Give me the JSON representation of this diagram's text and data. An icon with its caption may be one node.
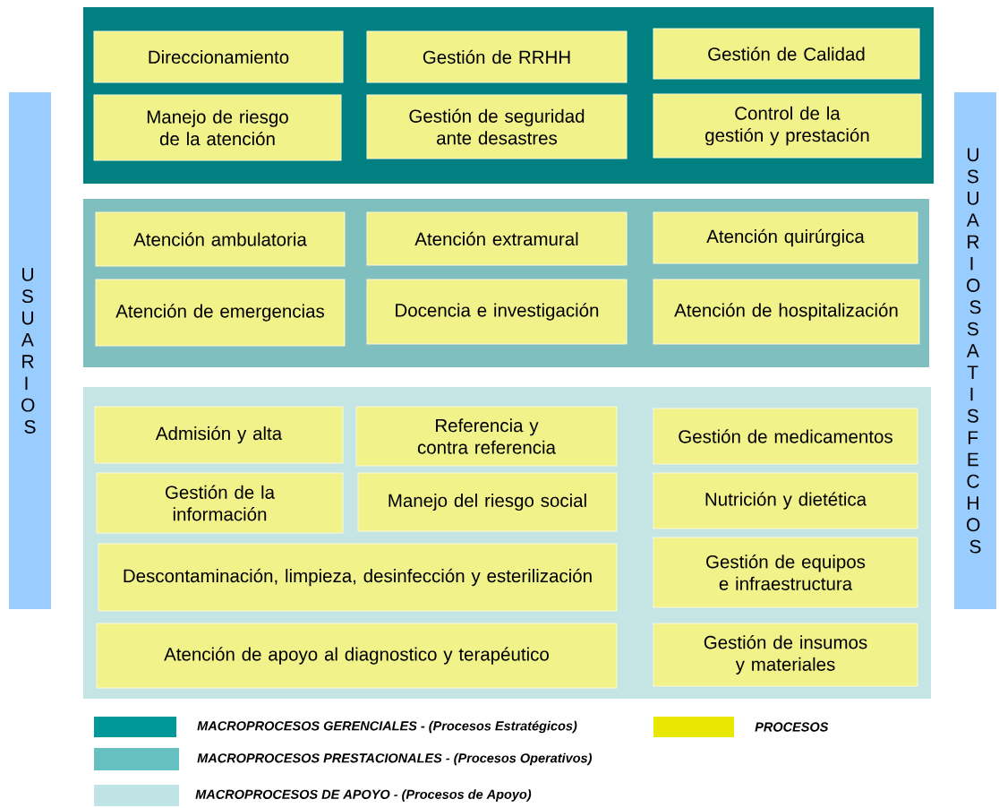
{
  "diagram": {
    "nodes": [
      {
        "text": [
          "USUARIOS"
        ]
      },
      {
        "text": [],
        "shape": "box"
      },
      {
        "text": [
          "Direccionamiento"
        ],
        "in": 1
      },
      {
        "text": [
          "Gestión de RRHH"
        ],
        "in": 1
      },
      {
        "text": [
          "Gestión de Calidad"
        ],
        "in": 1
      },
      {
        "text": [
          "Manejo de riesgo de la atención"
        ],
        "in": 1
      },
      {
        "text": [
          "Gestión de seguridad ante desastres"
        ],
        "in": 1
      },
      {
        "text": [
          "Control de la gestión y prestación"
        ],
        "in": 1
      },
      {
        "text": [],
        "shape": "box"
      },
      {
        "text": [
          "Atención ambulatoria"
        ],
        "in": 8
      },
      {
        "text": [
          "Atención extramural"
        ],
        "in": 8
      },
      {
        "text": [
          "Atención quirúrgica"
        ],
        "in": 8
      },
      {
        "text": [
          "Atención de emergencias"
        ],
        "in": 8
      },
      {
        "text": [
          "Docencia e investigación"
        ],
        "in": 8
      },
      {
        "text": [
          "Atención de hospitalización"
        ],
        "in": 8
      },
      {
        "text": [],
        "shape": "box"
      },
      {
        "text": [
          "Admisión y alta"
        ],
        "in": 15
      },
      {
        "text": [
          "Referencia y contra referencia"
        ],
        "in": 15
      },
      {
        "text": [
          "Gestión de medicamentos"
        ],
        "in": 15
      },
      {
        "text": [
          "Gestión de la información"
        ],
        "in": 15
      },
      {
        "text": [
          "Manejo del riesgo social"
        ],
        "in": 15
      },
      {
        "text": [
          "Nutrición y dietética"
        ],
        "in": 15
      },
      {
        "text": [
          "Descontaminación, limpieza, desinfección y esterilización"
        ],
        "in": 15
      },
      {
        "text": [
          "Gestión de equipos e infraestructura"
        ],
        "in": 15
      },
      {
        "text": [
          "Atención de apoyo al diagnostico y terapéutico"
        ],
        "in": 15
      },
      {
        "text": [
          "Gestión de insumos y materiales"
        ],
        "in": 15
      },
      {
        "text": [
          "USUARIOS SATISFECHOS"
        ]
      }
    ],
    "legend": [
      {
        "text": "MACROPROCESOS GERENCIALES - (Procesos Estratégicos)",
        "color": "#009999"
      },
      {
        "text": "PROCESOS",
        "color": "#e8e800"
      },
      {
        "text": "MACROPROCESOS PRESTACIONALES - (Procesos Operativos)",
        "color": "#66c0c0"
      },
      {
        "text": "MACROPROCESOS DE APOYO - (Procesos de Apoyo)",
        "color": "#c0e4e4"
      }
    ]
  }
}
